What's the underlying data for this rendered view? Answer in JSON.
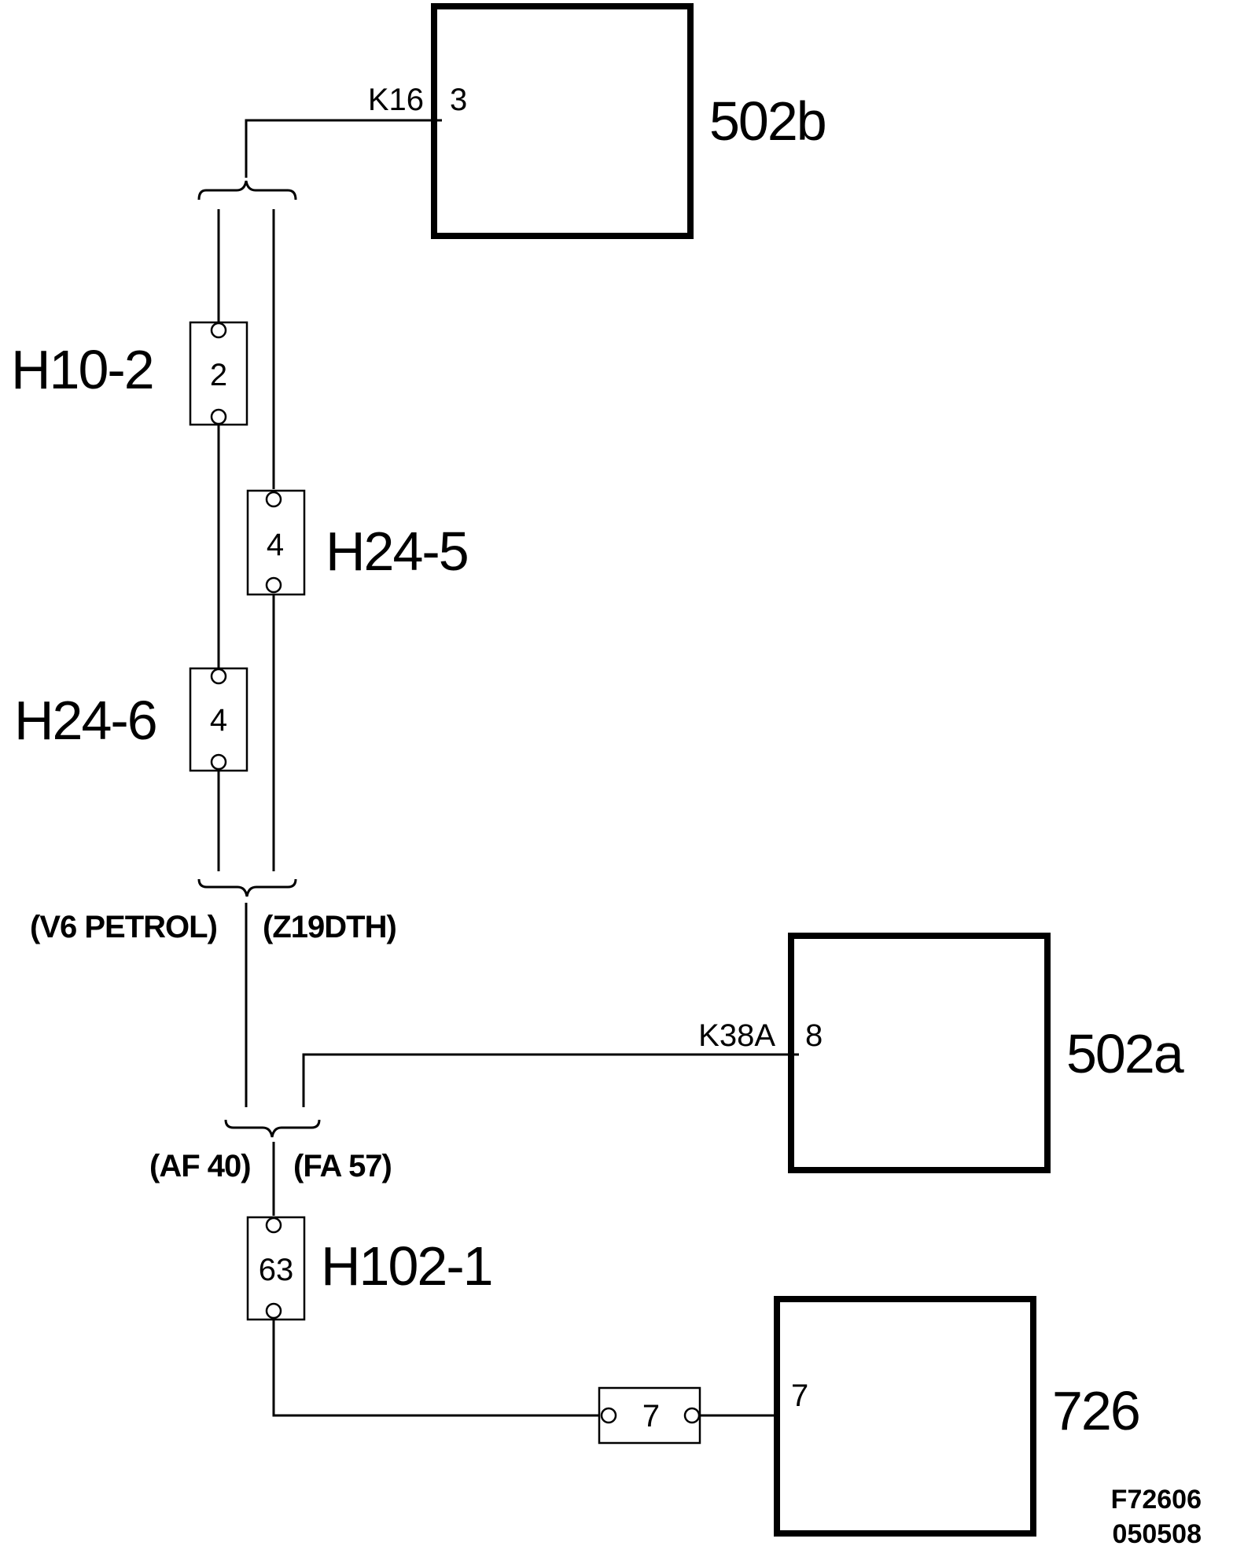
{
  "units": {
    "u502b": {
      "label": "502b",
      "pin": "3",
      "wire": "K16"
    },
    "u502a": {
      "label": "502a",
      "pin": "8",
      "wire": "K38A"
    },
    "u726": {
      "label": "726",
      "pin": "7"
    }
  },
  "connectors": {
    "h10_2": {
      "label": "H10-2",
      "pin": "2"
    },
    "h24_5": {
      "label": "H24-5",
      "pin": "4"
    },
    "h24_6": {
      "label": "H24-6",
      "pin": "4"
    },
    "h102_1": {
      "label": "H102-1",
      "pin": "63"
    },
    "inline7": {
      "pin": "7"
    }
  },
  "variants": {
    "v6": "(V6 PETROL)",
    "z19": "(Z19DTH)",
    "af40": "(AF 40)",
    "fa57": "(FA 57)"
  },
  "figure_code": {
    "line1": "F72606",
    "line2": "050508"
  }
}
